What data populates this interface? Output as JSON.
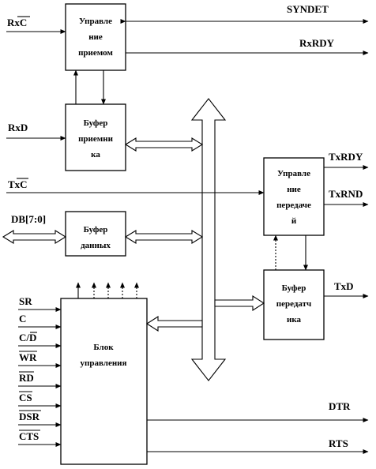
{
  "blocks": {
    "rx_control": [
      "Управле",
      "ние",
      "приемом"
    ],
    "rx_buffer": [
      "Буфер",
      "приемни",
      "ка"
    ],
    "data_buffer": [
      "Буфер",
      "данных"
    ],
    "control": [
      "Блок",
      "управления"
    ],
    "tx_control": [
      "Управле",
      "ние",
      "передачe",
      "й"
    ],
    "tx_buffer": [
      "Буфер",
      "передатч",
      "ика"
    ]
  },
  "signals": {
    "rxc": "RxC",
    "rxd": "RxD",
    "txc": "TxC",
    "db": "DB[7:0]",
    "syndet": "SYNDET",
    "rxrdy": "RxRDY",
    "txrdy": "TxRDY",
    "txrnd": "TxRND",
    "txd": "TxD",
    "dtr": "DTR",
    "rts": "RTS",
    "control_inputs": [
      "SR",
      "C",
      "C/D",
      "WR",
      "RD",
      "CS",
      "DSR",
      "CTS"
    ]
  }
}
